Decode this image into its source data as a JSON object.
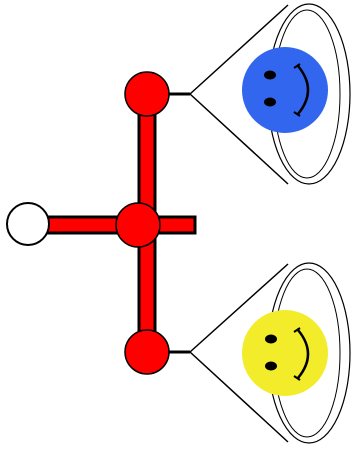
{
  "colors": {
    "background": "#ffffff",
    "tree_fill": "#ff0000",
    "tree_outline": "#000000",
    "root_fill": "#ffffff",
    "upper_face": "#3366ee",
    "lower_face": "#f2ec2a",
    "face_features": "#000000",
    "cone_stroke": "#000000"
  },
  "nodes": [
    {
      "id": "root",
      "shape": "circle",
      "fill": "white"
    },
    {
      "id": "center",
      "shape": "circle",
      "fill": "red"
    },
    {
      "id": "top",
      "shape": "circle",
      "fill": "red"
    },
    {
      "id": "bottom",
      "shape": "circle",
      "fill": "red"
    }
  ],
  "leaves": [
    {
      "attached_to": "top",
      "content": "smiley-face",
      "face_color": "blue",
      "orientation": "rotated-90"
    },
    {
      "attached_to": "bottom",
      "content": "smiley-face",
      "face_color": "yellow",
      "orientation": "rotated-90"
    }
  ]
}
